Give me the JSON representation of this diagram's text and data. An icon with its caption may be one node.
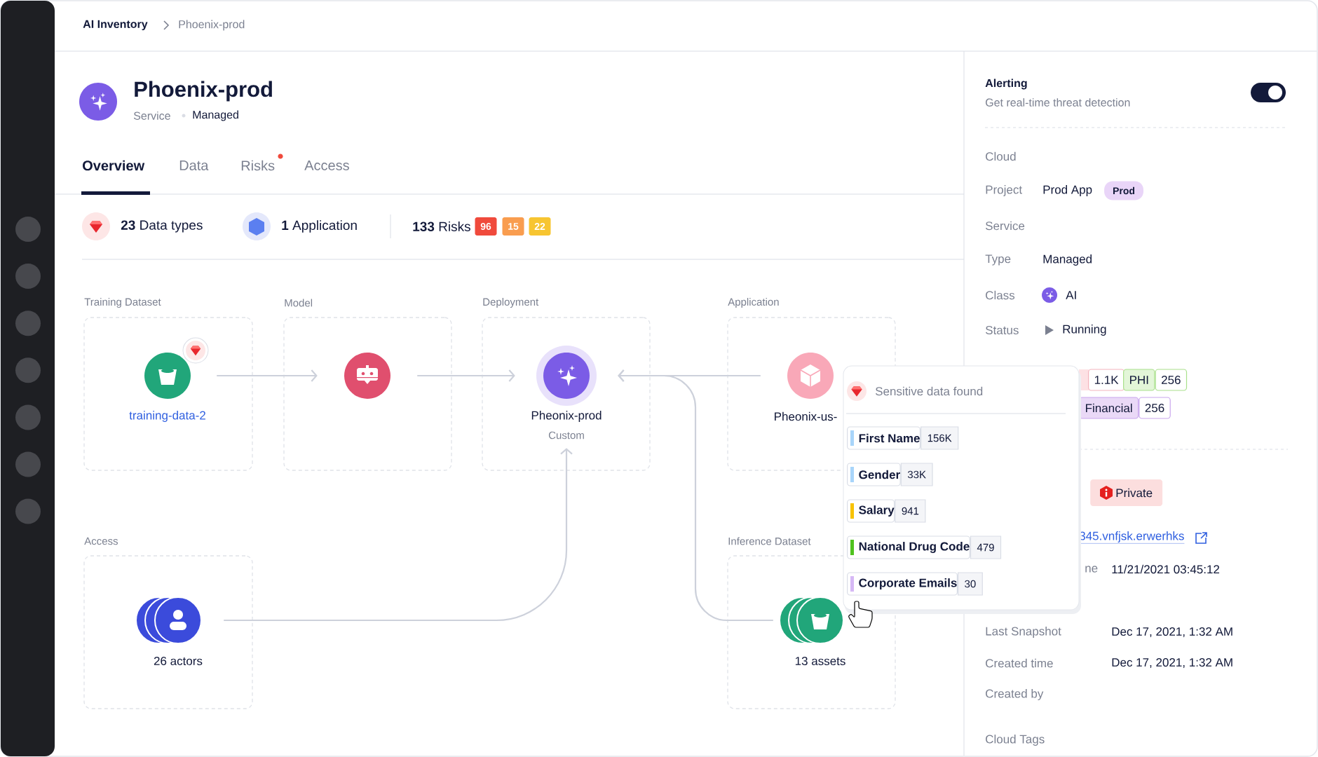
{
  "diagram": {
    "nodes": [
      {
        "text": [
          "Training Dataset"
        ]
      },
      {
        "text": [
          "training-data-2"
        ],
        "in": 0
      },
      {
        "text": [
          "Model"
        ]
      },
      {
        "text": [],
        "shape": "circle",
        "in": 2
      },
      {
        "text": [
          "Deployment"
        ]
      },
      {
        "text": [
          "Pheonix-prod",
          "Custom"
        ],
        "in": 4
      },
      {
        "text": [
          "Application"
        ]
      },
      {
        "text": [
          "Pheonix-us-"
        ],
        "in": 6
      },
      {
        "text": [
          "Access"
        ]
      },
      {
        "text": [
          "26 actors"
        ],
        "in": 8
      },
      {
        "text": [
          "Inference Dataset"
        ]
      },
      {
        "text": [
          "13 assets"
        ],
        "in": 10
      },
      {
        "text": [
          "Sensitive data found"
        ]
      },
      {
        "text": [
          "First Name",
          "156K"
        ],
        "in": 12
      },
      {
        "text": [
          "Gender",
          "33K"
        ],
        "in": 12
      },
      {
        "text": [
          "Salary",
          "941"
        ],
        "in": 12
      },
      {
        "text": [
          "National Drug Code",
          "479"
        ],
        "in": 12
      },
      {
        "text": [
          "Corporate Emails",
          "30"
        ],
        "in": 12
      }
    ],
    "edges": [
      {
        "from": 1,
        "to": 3,
        "arrow": "to"
      },
      {
        "from": 3,
        "to": 5,
        "arrow": "to"
      },
      {
        "from": 7,
        "to": 5,
        "arrow": "to"
      },
      {
        "from": 11,
        "to": 5,
        "arrow": "to"
      },
      {
        "from": 9,
        "to": 5,
        "arrow": "to"
      }
    ],
    "labels": [
      "AI Inventory",
      "Phoenix-prod",
      "Phoenix-prod",
      "Service",
      "Managed",
      "Overview",
      "Data",
      "Risks",
      "Access",
      "**23** Data types",
      "**1** Application",
      "**133** Risks",
      "96",
      "15",
      "22",
      "Alerting",
      "Get real-time threat detection",
      "Cloud",
      "Project",
      "Prod App",
      "Prod",
      "Service",
      "Type",
      "Managed",
      "Class",
      "AI",
      "Status",
      "Running",
      "1.1K",
      "PHI",
      "256",
      "Financial",
      "256",
      "Private",
      "345.vnfjsk.erwerhks",
      "ne",
      "11/21/2021 03:45:12",
      "Last Snapshot",
      "Dec 17, 2021, 1:32 AM",
      "Created time",
      "Dec 17, 2021, 1:32 AM",
      "Created by",
      "Cloud Tags"
    ]
  }
}
